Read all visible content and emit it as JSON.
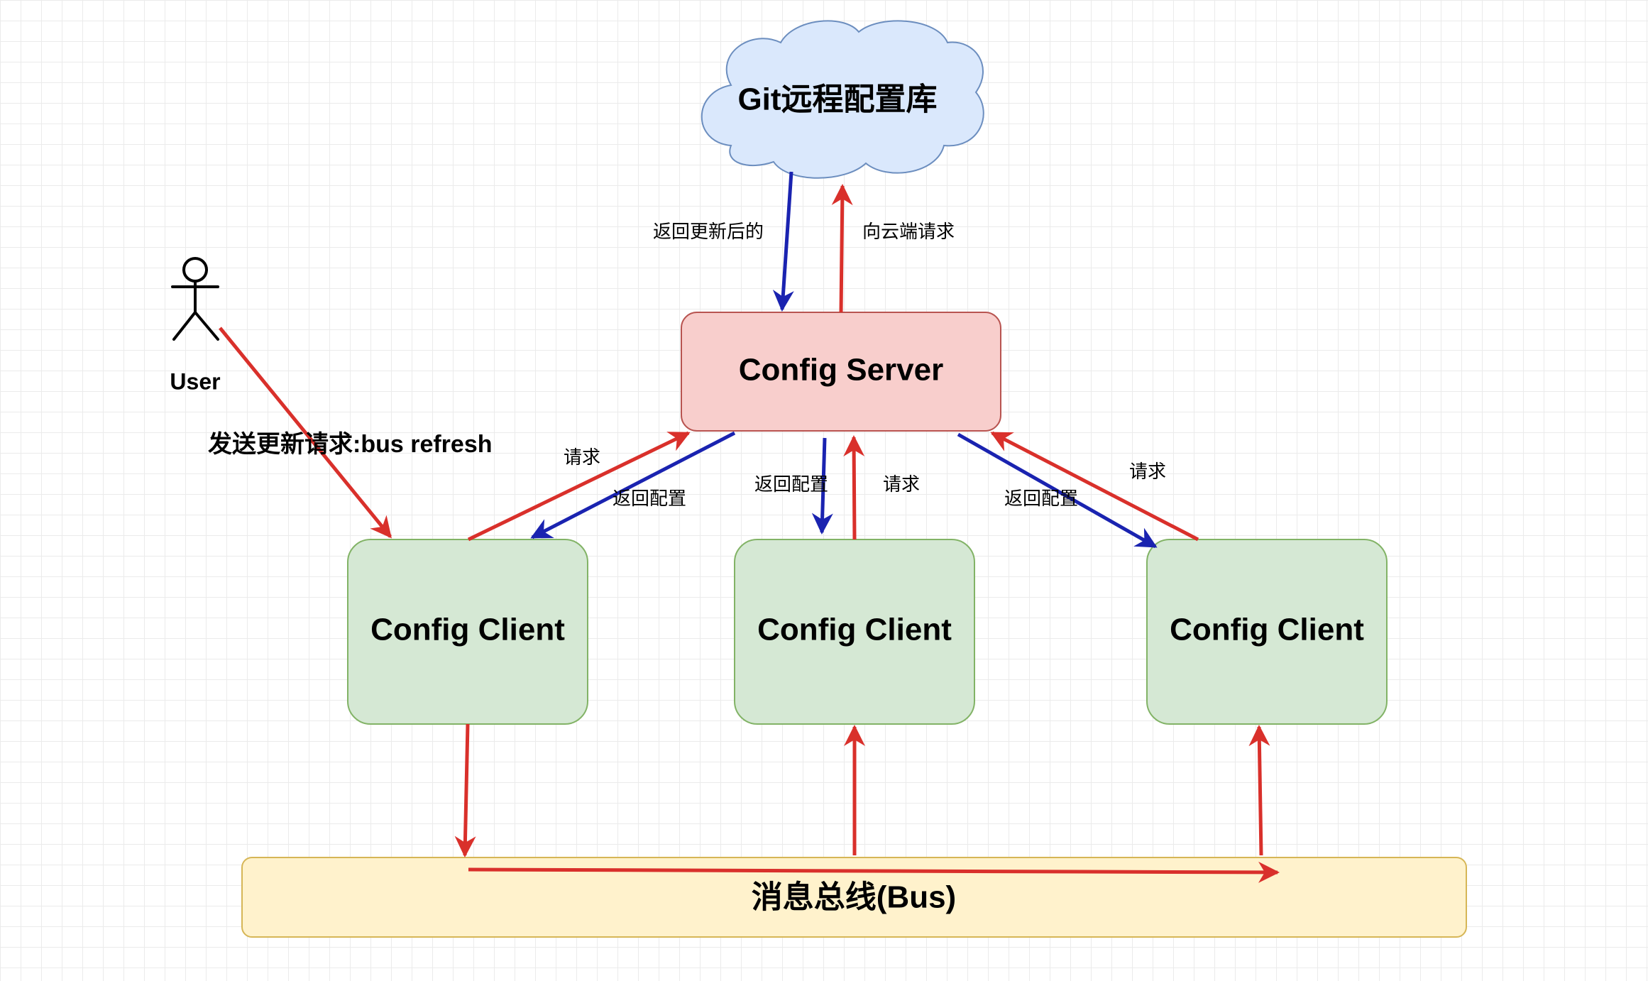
{
  "diagram": {
    "nodes": {
      "git_repo": "Git远程配置库",
      "config_server": "Config Server",
      "client_left": "Config Client",
      "client_middle": "Config Client",
      "client_right": "Config Client",
      "bus": "消息总线(Bus)",
      "user": "User"
    },
    "edges": {
      "git_to_server": "返回更新后的",
      "server_to_git": "向云端请求",
      "user_to_client": "发送更新请求:bus refresh",
      "left_request": "请求",
      "left_return": "返回配置",
      "middle_return": "返回配置",
      "middle_request": "请求",
      "right_return": "返回配置",
      "right_request": "请求"
    }
  },
  "colors": {
    "request_arrow": "#d9302b",
    "return_arrow": "#1a23b0",
    "server_fill": "#f8cecc",
    "server_stroke": "#b85450",
    "client_fill": "#d5e8d4",
    "client_stroke": "#82b366",
    "bus_fill": "#fff2cc",
    "bus_stroke": "#d6b656",
    "cloud_fill": "#dae8fc",
    "cloud_stroke": "#6c8ebf"
  }
}
